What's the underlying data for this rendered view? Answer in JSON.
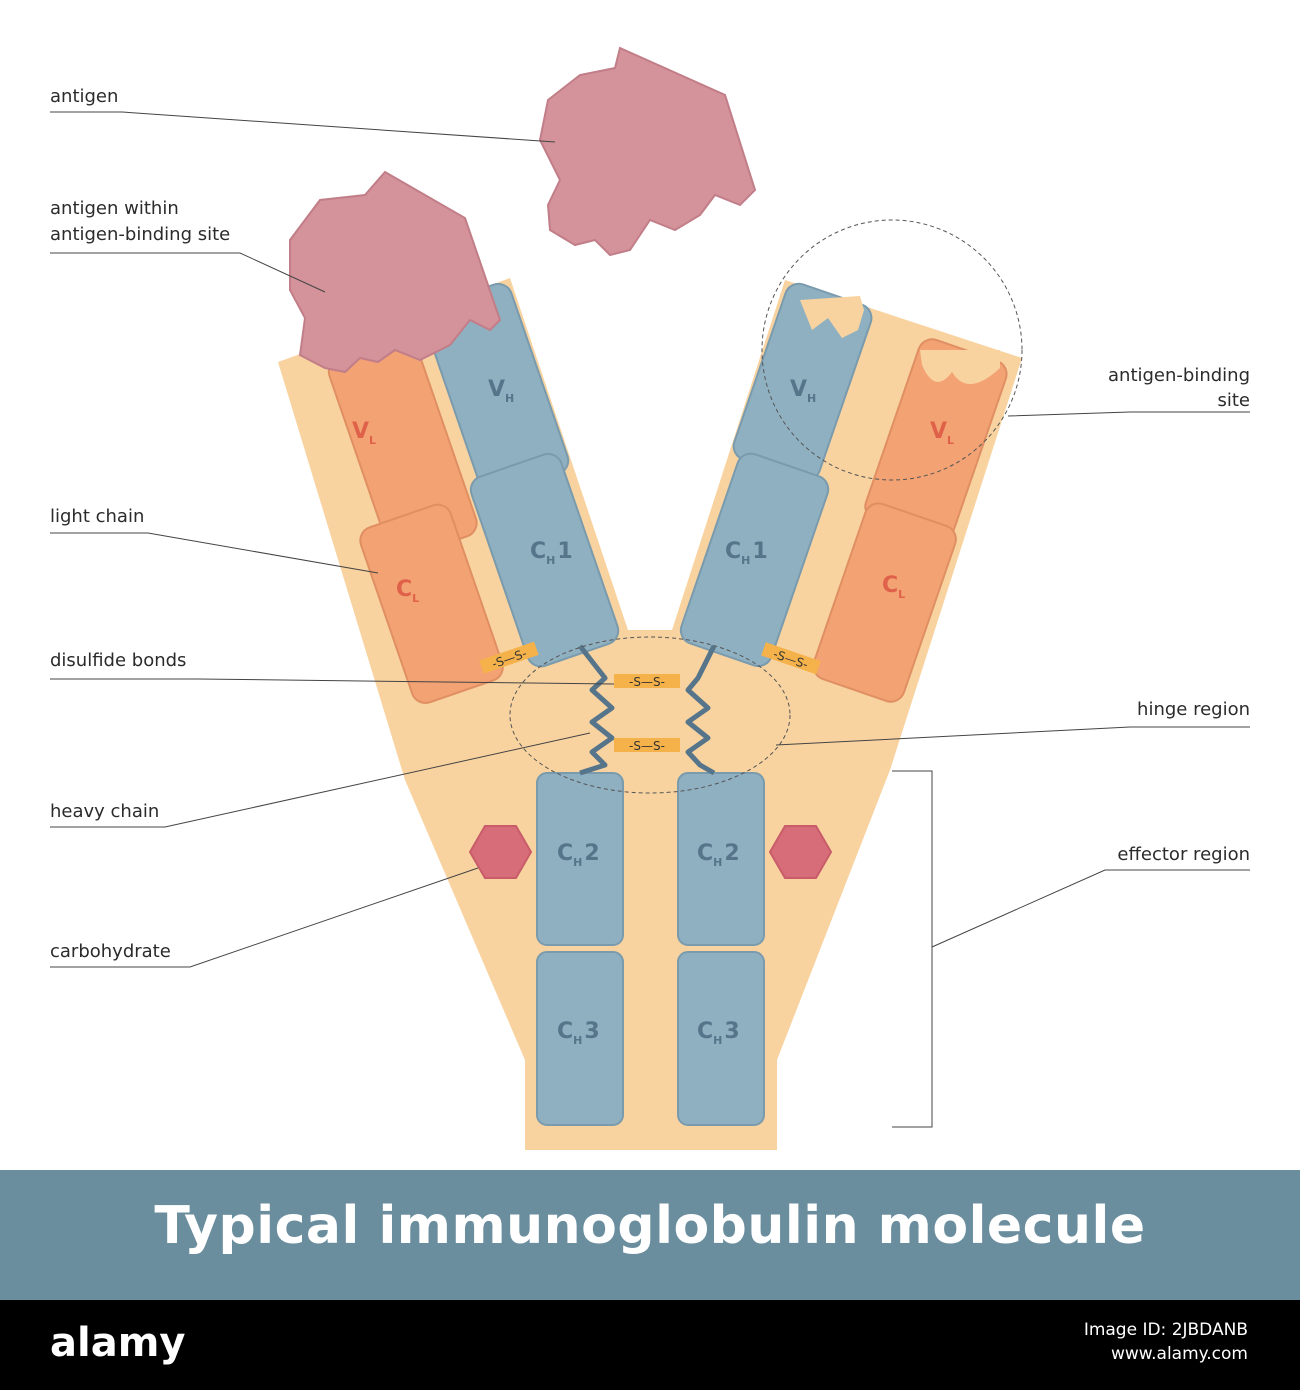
{
  "labels": {
    "antigen": "antigen",
    "antigen_within_1": "antigen within",
    "antigen_within_2": "antigen-binding site",
    "light_chain": "light chain",
    "disulfide_bonds": "disulfide bonds",
    "heavy_chain": "heavy chain",
    "carbohydrate": "carbohydrate",
    "antigen_binding_site_1": "antigen-binding",
    "antigen_binding_site_2": "site",
    "hinge_region": "hinge region",
    "effector_region": "effector region"
  },
  "domains": {
    "V": "V",
    "C": "C",
    "H": "H",
    "L": "L",
    "one": "1",
    "two": "2",
    "three": "3"
  },
  "disulfide": {
    "S": "S",
    "bond_text": "-S—S-"
  },
  "title": "Typical immunoglobulin molecule",
  "footer": {
    "logo": "alamy",
    "image_id": "Image ID: 2JBDANB",
    "url": "www.alamy.com"
  },
  "colors": {
    "background_y": "#f8d3a0",
    "heavy_domain": "#8fb0c1",
    "light_domain": "#f3a273",
    "antigen": "#d4929a",
    "carbohydrate": "#d66d78",
    "banner": "#6b8e9e",
    "bond": "#f5b24a"
  }
}
